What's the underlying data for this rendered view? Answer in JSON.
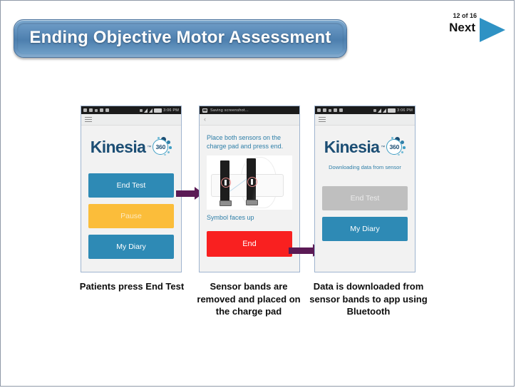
{
  "slide": {
    "title": "Ending Objective Motor Assessment",
    "nav": {
      "count": "12 of 16",
      "next_label": "Next",
      "arrow_icon": "next-triangle-icon",
      "arrow_color": "#2f92c4"
    },
    "colors": {
      "title_blue": "#4d7fae",
      "app_blue": "#2e8ab5",
      "app_amber": "#fbbd3a",
      "app_grey": "#bfbfbf",
      "app_red": "#f92020",
      "arrow_purple": "#5b1a55",
      "logo_navy": "#1c4e74",
      "text_blue": "#2f7fa8"
    }
  },
  "phones": [
    {
      "name": "phone-end-test",
      "status": {
        "time": "3:06 PM",
        "icons": [
          "sd-icon",
          "sync-icon",
          "dot-icon",
          "app-icon",
          "app-icon-2",
          "bluetooth-icon",
          "wifi-icon",
          "signal-icon",
          "battery-icon"
        ]
      },
      "appbar_icon": "hamburger-menu-icon",
      "logo": {
        "word": "Kinesia",
        "tm": "™",
        "badge": "360"
      },
      "subtext": "",
      "buttons": [
        {
          "label": "End Test",
          "style": "blue"
        },
        {
          "label": "Pause",
          "style": "amber"
        },
        {
          "label": "My Diary",
          "style": "blue"
        }
      ]
    },
    {
      "name": "phone-charge-pad",
      "status": {
        "notice": "Saving screenshot...",
        "icon": "screenshot-image-icon"
      },
      "appbar_icon": "back-chevron-icon",
      "instruction": "Place both sensors on the charge pad and press end.",
      "illustration_caption": "Symbol faces up",
      "buttons": [
        {
          "label": "End",
          "style": "red"
        }
      ]
    },
    {
      "name": "phone-downloading",
      "status": {
        "time": "3:06 PM",
        "icons": [
          "sd-icon",
          "sync-icon",
          "dot-icon",
          "app-icon",
          "app-icon-2",
          "bluetooth-icon",
          "wifi-icon",
          "signal-icon",
          "battery-icon"
        ]
      },
      "appbar_icon": "hamburger-menu-icon",
      "logo": {
        "word": "Kinesia",
        "tm": "™",
        "badge": "360"
      },
      "subtext": "Downloading data from sensor",
      "buttons": [
        {
          "label": "End Test",
          "style": "grey"
        },
        {
          "label": "My Diary",
          "style": "blue"
        }
      ]
    }
  ],
  "captions": [
    "Patients press End Test",
    "Sensor bands are removed and placed on the charge pad",
    "Data is downloaded from sensor bands to app using Bluetooth"
  ]
}
